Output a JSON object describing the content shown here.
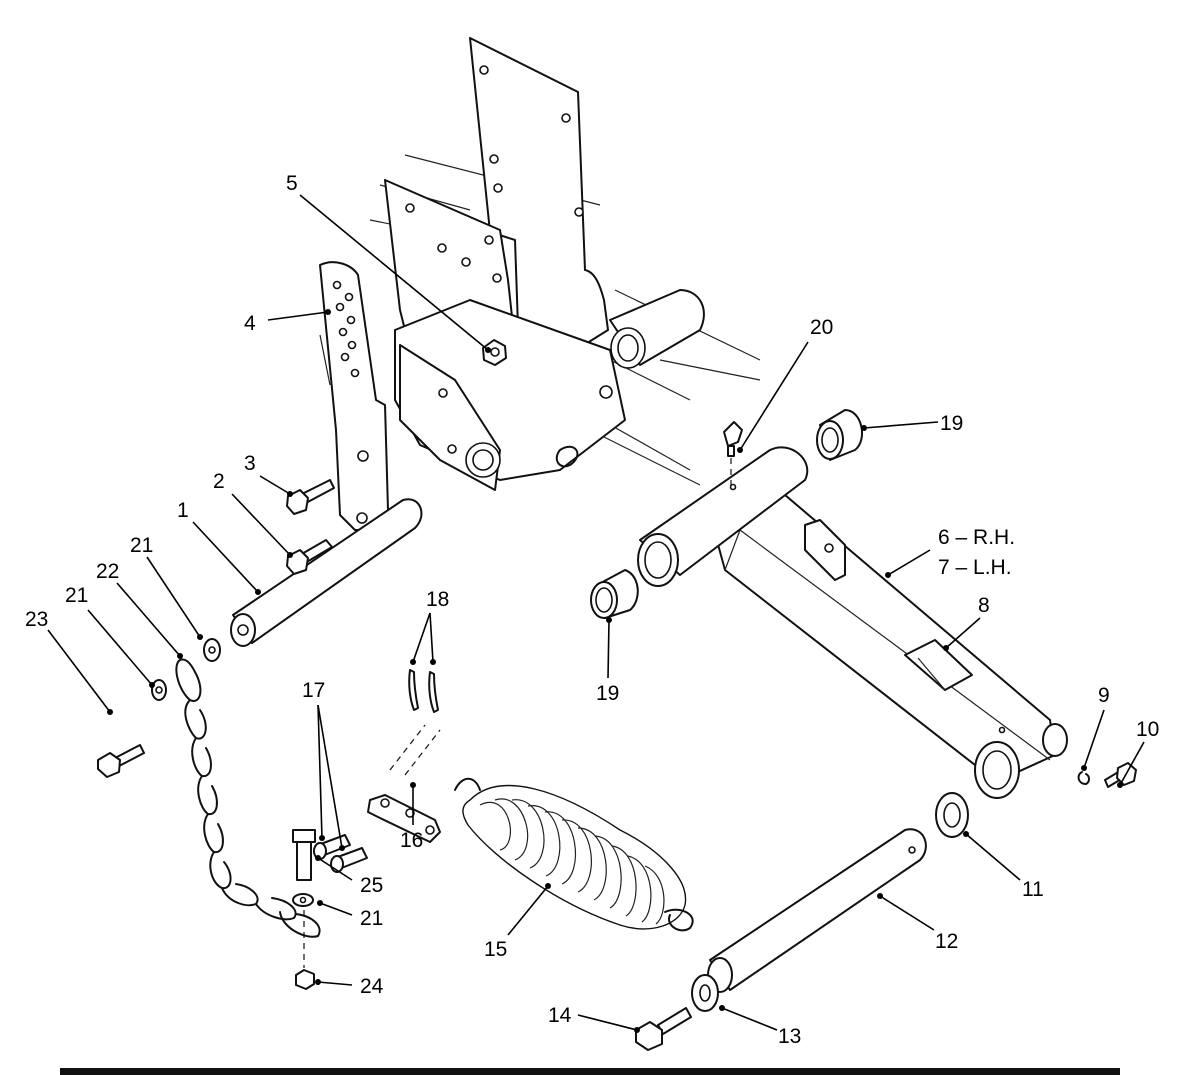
{
  "callouts": [
    {
      "id": "c1",
      "text": "1"
    },
    {
      "id": "c2",
      "text": "2"
    },
    {
      "id": "c3",
      "text": "3"
    },
    {
      "id": "c4",
      "text": "4"
    },
    {
      "id": "c5",
      "text": "5"
    },
    {
      "id": "c6",
      "text": "6 – R.H."
    },
    {
      "id": "c7",
      "text": "7 – L.H."
    },
    {
      "id": "c8",
      "text": "8"
    },
    {
      "id": "c9",
      "text": "9"
    },
    {
      "id": "c10",
      "text": "10"
    },
    {
      "id": "c11",
      "text": "11"
    },
    {
      "id": "c12",
      "text": "12"
    },
    {
      "id": "c13",
      "text": "13"
    },
    {
      "id": "c14",
      "text": "14"
    },
    {
      "id": "c15",
      "text": "15"
    },
    {
      "id": "c16",
      "text": "16"
    },
    {
      "id": "c17",
      "text": "17"
    },
    {
      "id": "c18",
      "text": "18"
    },
    {
      "id": "c19a",
      "text": "19"
    },
    {
      "id": "c19b",
      "text": "19"
    },
    {
      "id": "c20",
      "text": "20"
    },
    {
      "id": "c21a",
      "text": "21"
    },
    {
      "id": "c21b",
      "text": "21"
    },
    {
      "id": "c21c",
      "text": "21"
    },
    {
      "id": "c22",
      "text": "22"
    },
    {
      "id": "c23",
      "text": "23"
    },
    {
      "id": "c24",
      "text": "24"
    },
    {
      "id": "c25",
      "text": "25"
    }
  ]
}
